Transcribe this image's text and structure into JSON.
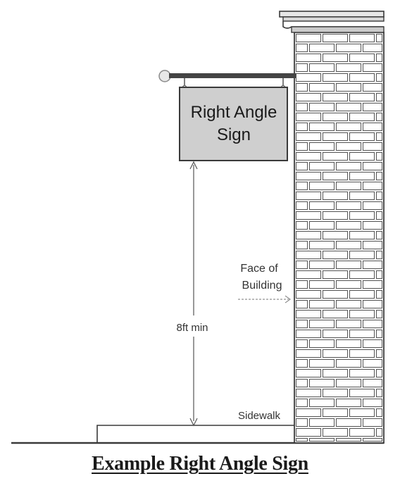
{
  "sign": {
    "line1": "Right Angle",
    "line2": "Sign",
    "fill_color": "#cfcfcf"
  },
  "labels": {
    "clearance": "8ft min",
    "face_line1": "Face of",
    "face_line2": "Building",
    "sidewalk": "Sidewalk"
  },
  "caption": "Example Right Angle Sign",
  "colors": {
    "ink": "#3a3a3a",
    "brick_fill": "#f7f7f7"
  }
}
